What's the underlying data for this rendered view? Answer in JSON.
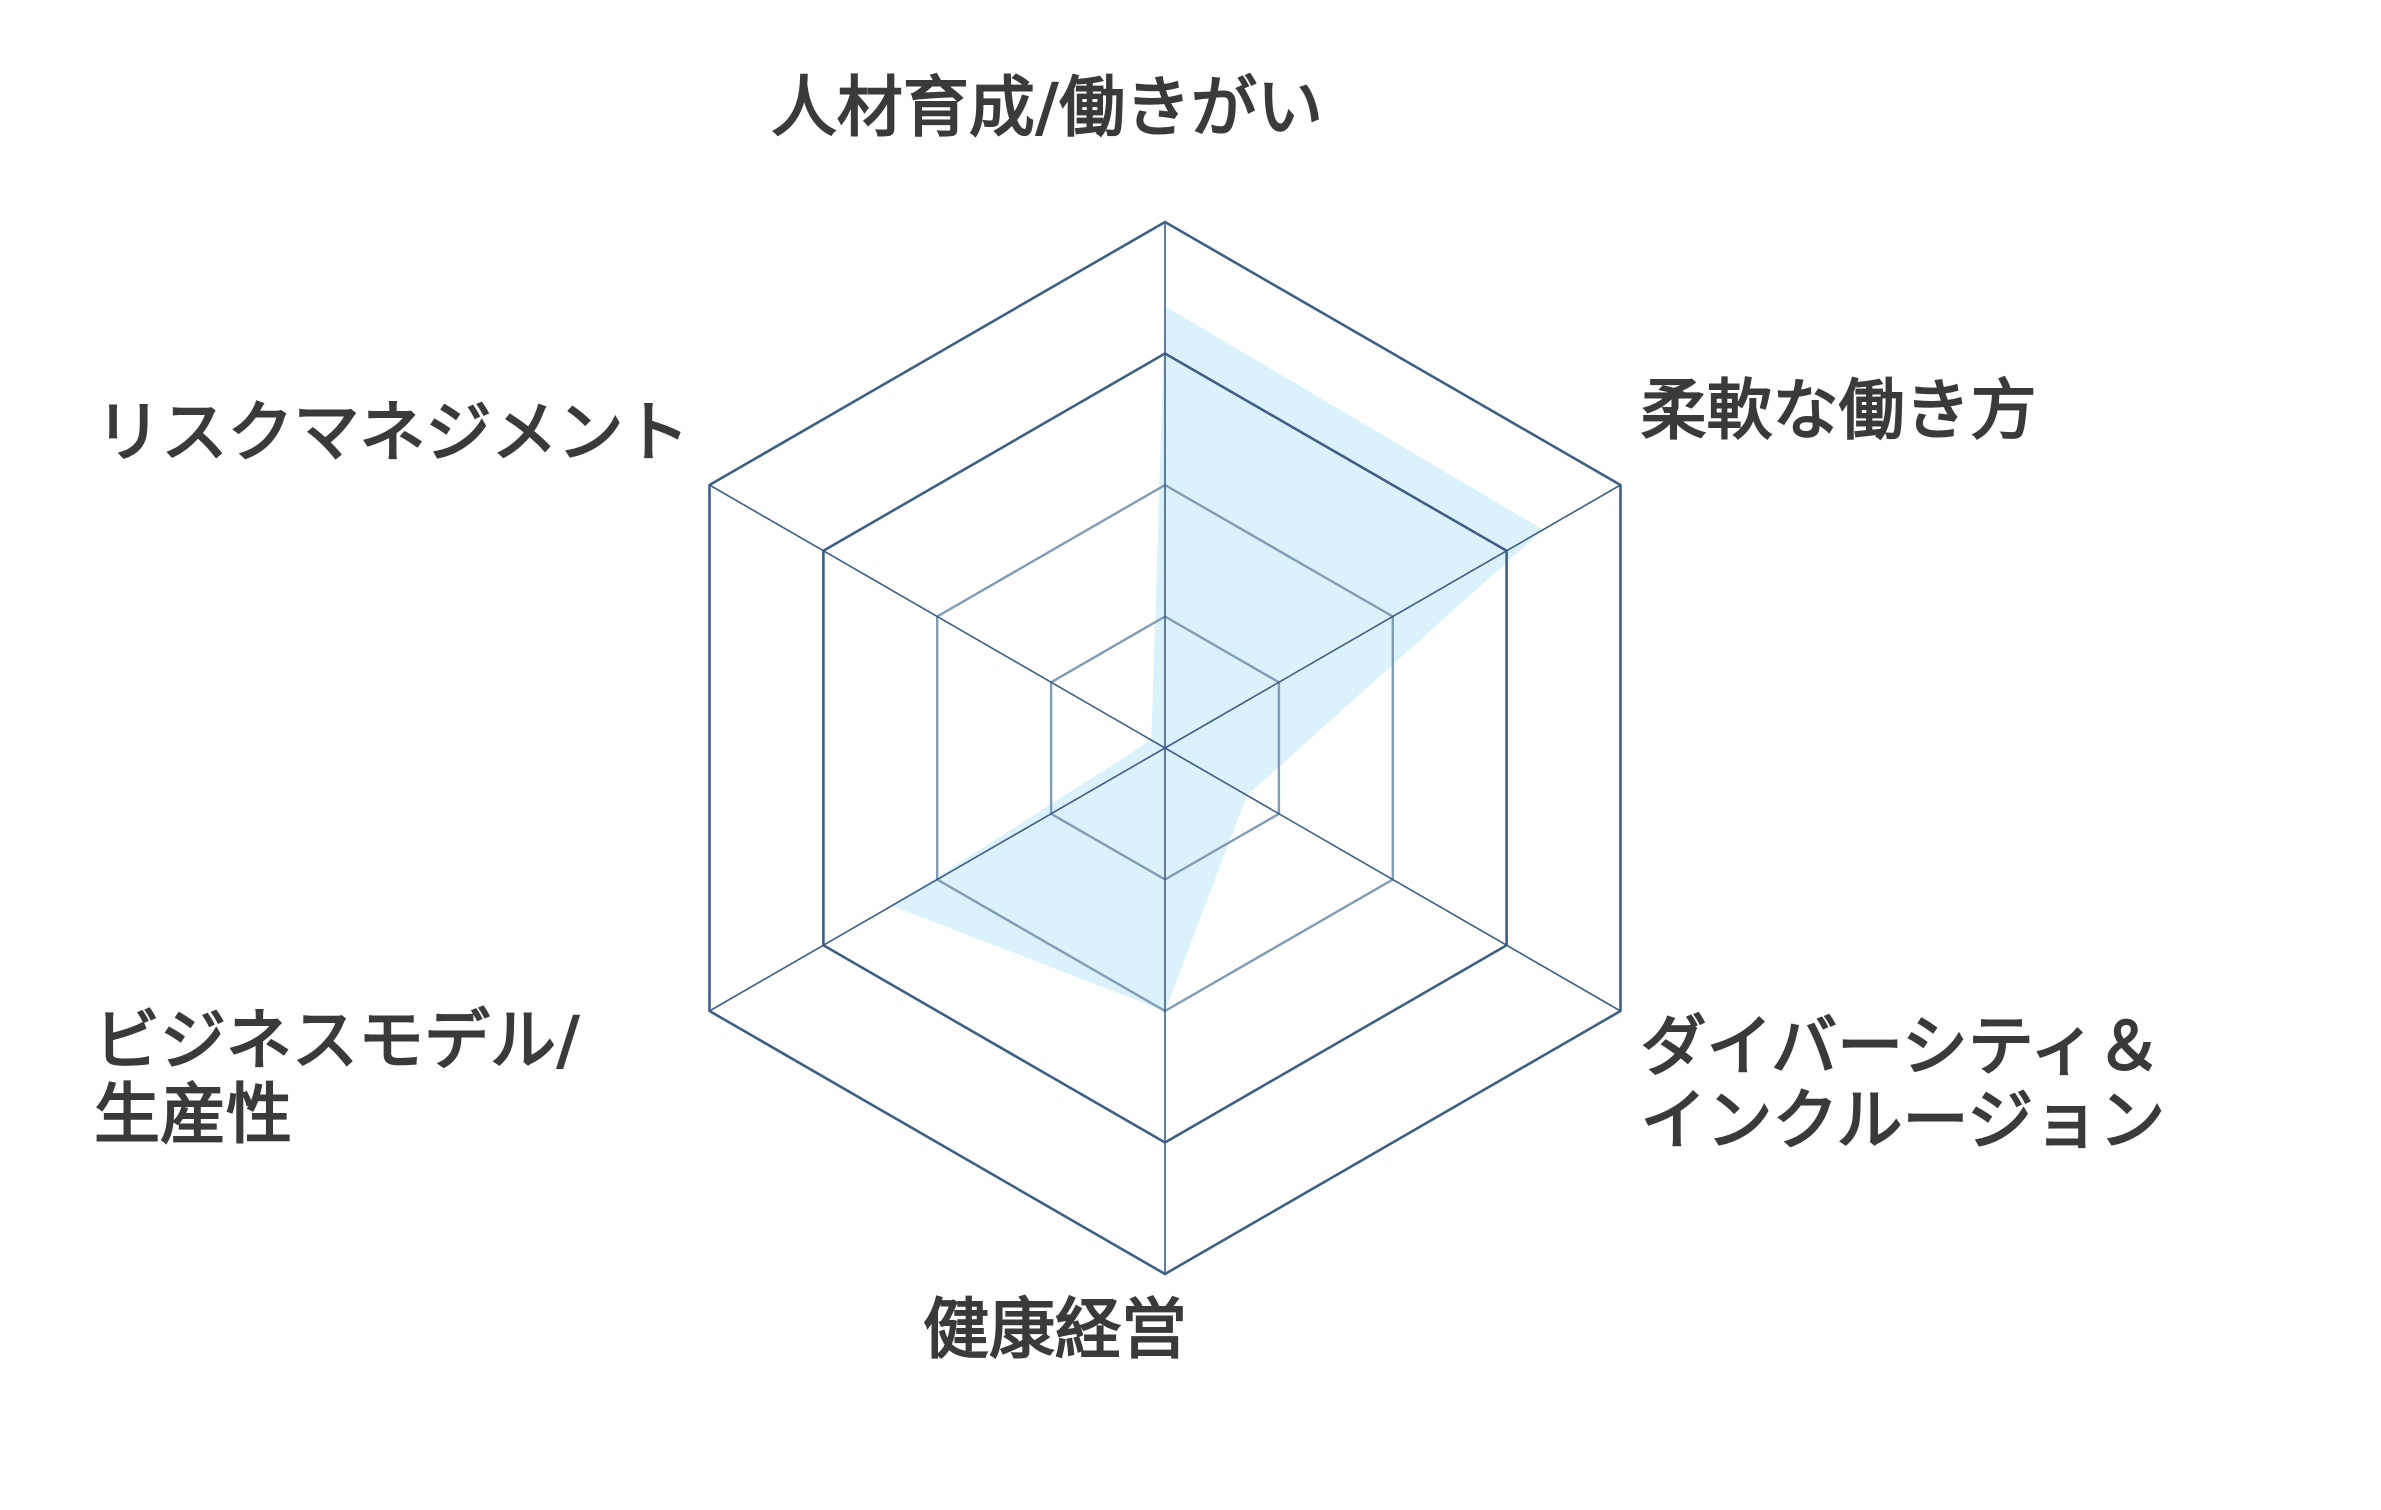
{
  "chart_data": {
    "type": "radar",
    "axes": [
      {
        "label_lines": [
          "人材育成/働きがい"
        ],
        "value": 0.84
      },
      {
        "label_lines": [
          "柔軟な働き方"
        ],
        "value": 0.83
      },
      {
        "label_lines": [
          "ダイバーシティ＆",
          "インクルージョン"
        ],
        "value": 0.18
      },
      {
        "label_lines": [
          "健康経営"
        ],
        "value": 0.5
      },
      {
        "label_lines": [
          "ビジネスモデル/",
          "生産性"
        ],
        "value": 0.6
      },
      {
        "label_lines": [
          "リスクマネジメント"
        ],
        "value": 0.03
      }
    ],
    "rings": [
      0.25,
      0.5,
      0.75,
      1.0
    ],
    "range": [
      0,
      1
    ],
    "colors": {
      "fill": "#d9f1fc",
      "fill_opacity": 0.95,
      "outer_grid": "#3f5f86",
      "inner_grid": "#7f9db6",
      "spoke": "#3f5f86",
      "label": "#3a3a3a"
    }
  }
}
